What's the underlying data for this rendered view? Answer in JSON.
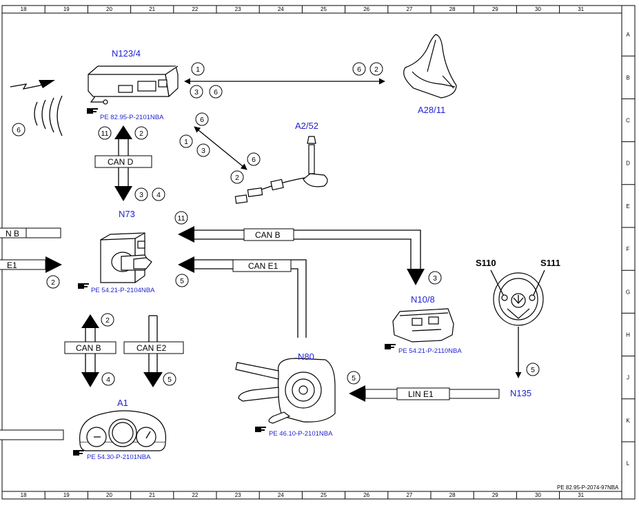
{
  "border": {
    "columns": [
      "18",
      "19",
      "20",
      "21",
      "22",
      "23",
      "24",
      "25",
      "26",
      "27",
      "28",
      "29",
      "30",
      "31"
    ],
    "rows": [
      "A",
      "B",
      "C",
      "D",
      "E",
      "F",
      "G",
      "H",
      "J",
      "K",
      "L"
    ]
  },
  "document_ref": "PE 82.95-P-2074-97NBA",
  "components": {
    "n123_4": "N123/4",
    "a28_11": "A28/11",
    "a2_52": "A2/52",
    "n73": "N73",
    "n10_8": "N10/8",
    "s110": "S110",
    "s111": "S111",
    "n80": "N80",
    "n135": "N135",
    "a1": "A1"
  },
  "pe_refs": {
    "n123_4": "PE 82.95-P-2101NBA",
    "n73": "PE 54.21-P-2104NBA",
    "n10_8": "PE 54.21-P-2110NBA",
    "n80": "PE 46.10-P-2101NBA",
    "a1": "PE 54.30-P-2101NBA"
  },
  "pe_icon": "pointing-hand-icon",
  "buses": {
    "can_d": "CAN D",
    "can_b_top": "CAN B",
    "can_e1_top": "CAN E1",
    "can_b_left": "N B",
    "can_e1_left": "E1",
    "can_b_bottom": "CAN B",
    "can_e2": "CAN E2",
    "lin_e1": "LIN E1"
  },
  "markers": {
    "m01": "1",
    "m02": "6",
    "m03": "2",
    "m04": "3",
    "m05": "6",
    "m06": "6",
    "m07": "11",
    "m08": "2",
    "m09": "6",
    "m10": "1",
    "m11": "3",
    "m12": "6",
    "m13": "2",
    "m14": "3",
    "m15": "4",
    "m16": "11",
    "m17": "2",
    "m18": "5",
    "m19": "3",
    "m20": "2",
    "m21": "4",
    "m22": "5",
    "m23": "5",
    "m24": "5"
  }
}
